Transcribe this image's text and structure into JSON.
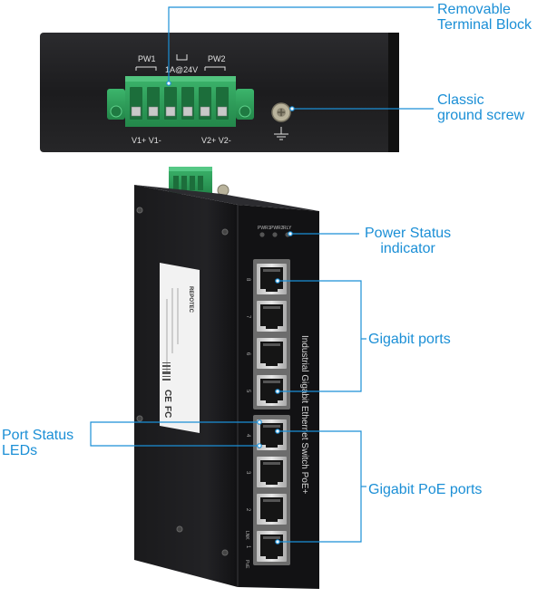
{
  "top_view": {
    "terminal_labels": {
      "pw1": "PW1",
      "pw2": "PW2",
      "rating": "1A@24V",
      "v1": "V1+ V1-",
      "v2": "V2+ V2-"
    }
  },
  "front_panel": {
    "led_labels": [
      "PWR1",
      "PWR2",
      "RLY"
    ],
    "port_numbers": [
      "8",
      "7",
      "6",
      "5",
      "4",
      "3",
      "2",
      "1"
    ],
    "side_text": "Industrial Gigabit Ethernet Switch PoE+",
    "led_port_label": "LNK",
    "poe_label": "PoE",
    "brand_label": "REPOTEC"
  },
  "callouts": {
    "terminal_block": [
      "Removable",
      "Terminal Block"
    ],
    "ground_screw": [
      "Classic",
      "ground screw"
    ],
    "power_status": [
      "Power Status",
      "indicator"
    ],
    "gigabit_ports": [
      "Gigabit ports"
    ],
    "port_status_leds": [
      "Port Status",
      "LEDs"
    ],
    "poe_ports": [
      "Gigabit PoE ports"
    ]
  },
  "colors": {
    "callout": "#1b8fd6",
    "terminal_green": "#2e9e5b",
    "chassis": "#1a1a1c"
  }
}
